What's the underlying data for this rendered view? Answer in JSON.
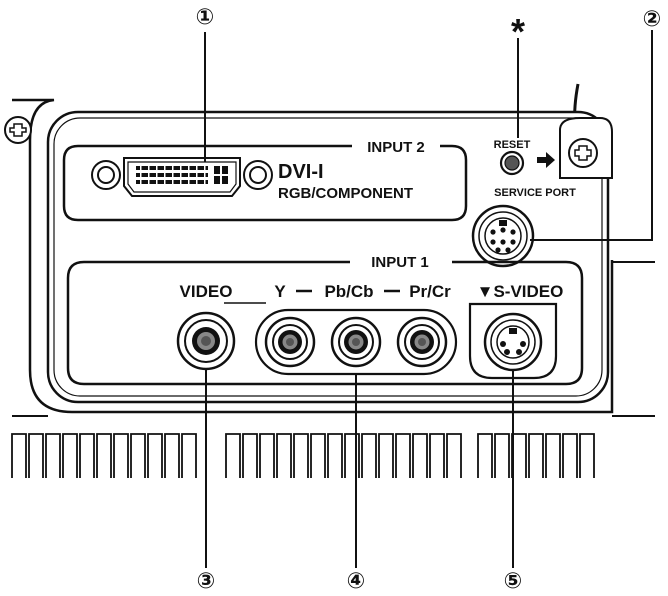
{
  "callouts": {
    "c1": "①",
    "c2": "②",
    "c3": "③",
    "c4": "④",
    "c5": "⑤",
    "star": "*"
  },
  "labels": {
    "input2": "INPUT 2",
    "input1": "INPUT 1",
    "dvi": "DVI-I",
    "rgb_component": "RGB/COMPONENT",
    "reset": "RESET",
    "service_port": "SERVICE PORT",
    "video": "VIDEO",
    "y": "Y",
    "pb_cb": "Pb/Cb",
    "pr_cr": "Pr/Cr",
    "s_video": "▼S-VIDEO"
  }
}
